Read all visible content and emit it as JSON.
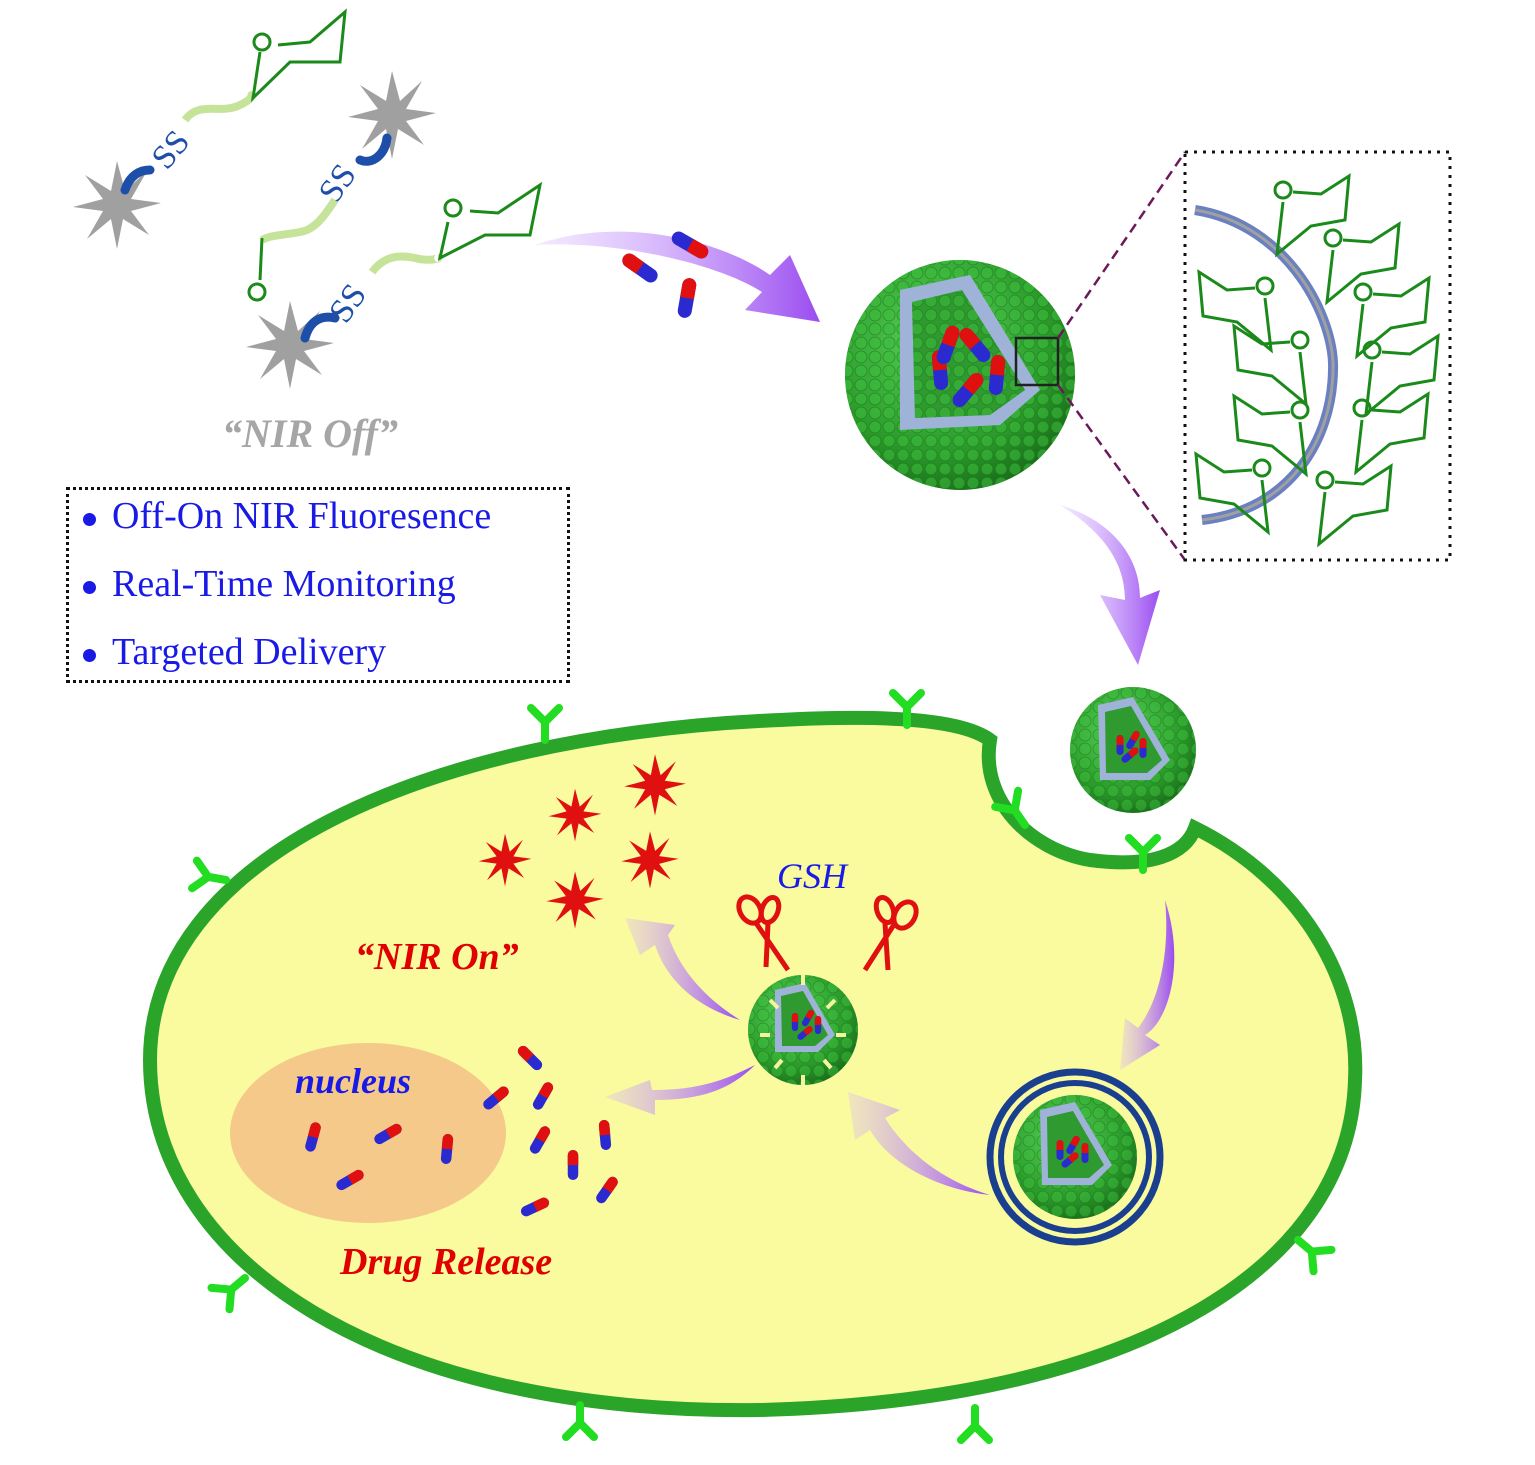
{
  "figure": {
    "type": "schematic",
    "description": "Disulfide-linked NIR probe amphiphiles self-assemble with drug into nanoparticles; targeted uptake into cell; GSH cleavage turns NIR on and releases drug"
  },
  "labels": {
    "nir_off": "“NIR Off”",
    "nir_on": "“NIR On”",
    "gsh": "GSH",
    "nucleus": "nucleus",
    "drug_release": "Drug Release",
    "disulfide": "SS"
  },
  "features": [
    {
      "text": "Off-On NIR Fluoresence"
    },
    {
      "text": "Real-Time Monitoring"
    },
    {
      "text": "Targeted Delivery"
    }
  ],
  "colors": {
    "cell_fill": "#fafa9e",
    "membrane": "#2aa52a",
    "receptor": "#22dd22",
    "arrow": "#a05af0",
    "nanoparticle": "#2fa82f",
    "drug_red": "#e01010",
    "drug_blue": "#2a2ad0",
    "text_blue": "#1a1ae6",
    "text_red": "#e00000",
    "fluorophore_off": "#a0a0a0",
    "fluorophore_on": "#e01010",
    "nucleus_fill": "#f5c98a",
    "endosome_ring": "#1a3f8f",
    "sugar_ring": "#1a8a1a",
    "linker": "#c6e39a",
    "ss_linker": "#1e4fa8"
  }
}
